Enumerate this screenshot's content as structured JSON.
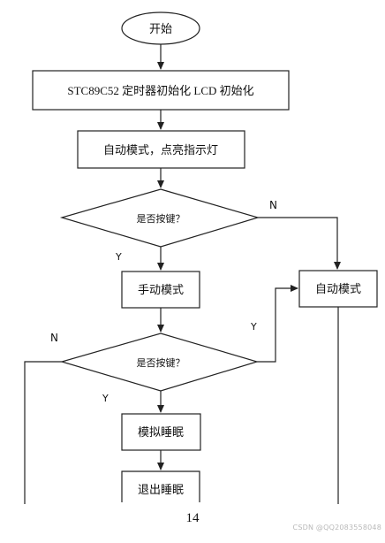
{
  "flowchart": {
    "start": "开始",
    "init": "STC89C52 定时器初始化 LCD 初始化",
    "auto_mode_light": "自动模式，点亮指示灯",
    "decision_1": "是否按键？",
    "manual_mode": "手动模式",
    "auto_mode": "自动模式",
    "decision_2": "是否按键？",
    "sim_sleep": "模拟睡眠",
    "exit_sleep": "退出睡眠"
  },
  "edge_labels": {
    "d1_no": "N",
    "d1_yes": "Y",
    "d2_no": "N",
    "d2_yes_right": "Y",
    "d2_yes_down": "Y"
  },
  "footer": {
    "page_number": "14",
    "watermark": "CSDN @QQ2083558048"
  }
}
